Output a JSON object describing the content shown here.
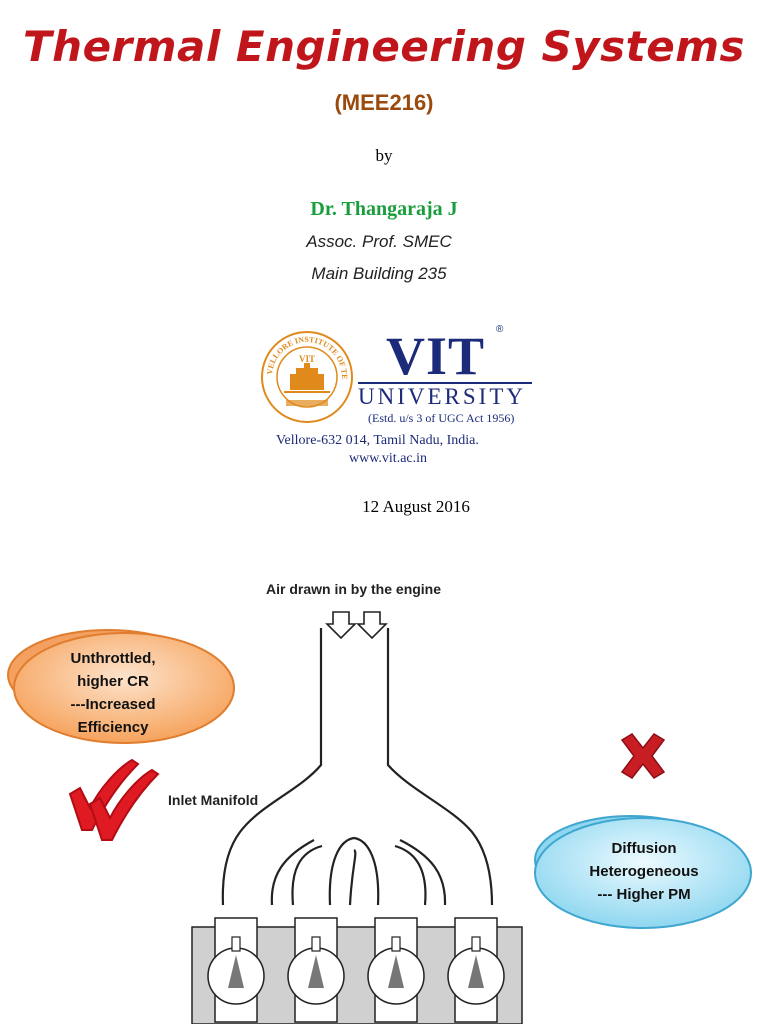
{
  "title": "Thermal Engineering Systems",
  "course_code": "(MEE216)",
  "by": "by",
  "author": "Dr. Thangaraja J",
  "role": "Assoc. Prof. SMEC",
  "office": "Main Building 235",
  "logo": {
    "name": "VIT",
    "registered": "®",
    "university": "UNIVERSITY",
    "established": "(Estd. u/s 3 of UGC Act 1956)",
    "address": "Vellore-632 014, Tamil Nadu, India.",
    "website": "www.vit.ac.in",
    "seal_text": "VELLORE INSTITUTE OF TECHNOLOGY"
  },
  "date": "12 August 2016",
  "diagram": {
    "air_label": "Air drawn in by the engine",
    "manifold_label": "Inlet Manifold",
    "left_bubble": [
      "Unthrottled,",
      "higher CR",
      "---Increased",
      "Efficiency"
    ],
    "right_bubble": [
      "Diffusion",
      "Heterogeneous",
      "--- Higher PM"
    ]
  },
  "colors": {
    "title": "#c0161b",
    "course_code": "#9a4a0c",
    "author": "#1a9e3c",
    "logo_blue": "#1c2a7a",
    "seal_orange": "#e08a1c",
    "left_bubble": "#f6a35c",
    "right_bubble": "#9fdcf2",
    "check": "#d4121a",
    "cross": "#c81e23"
  }
}
